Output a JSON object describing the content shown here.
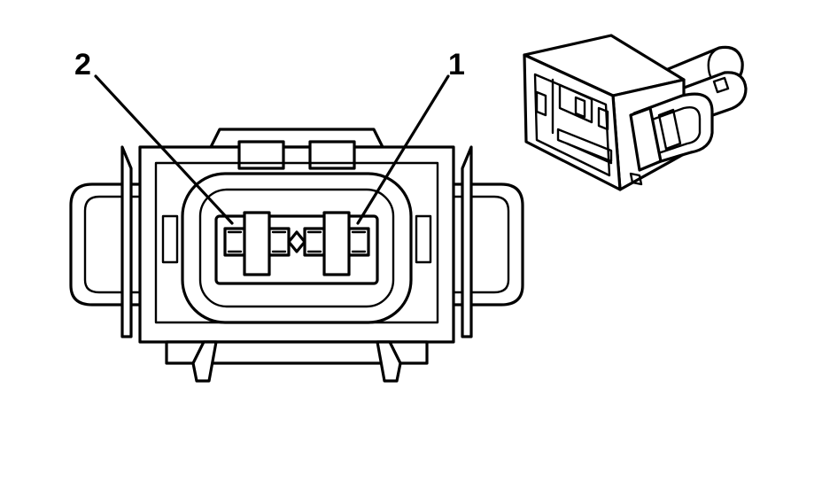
{
  "diagram": {
    "callouts": [
      {
        "id": "pin-2",
        "label": "2"
      },
      {
        "id": "pin-1",
        "label": "1"
      }
    ]
  }
}
